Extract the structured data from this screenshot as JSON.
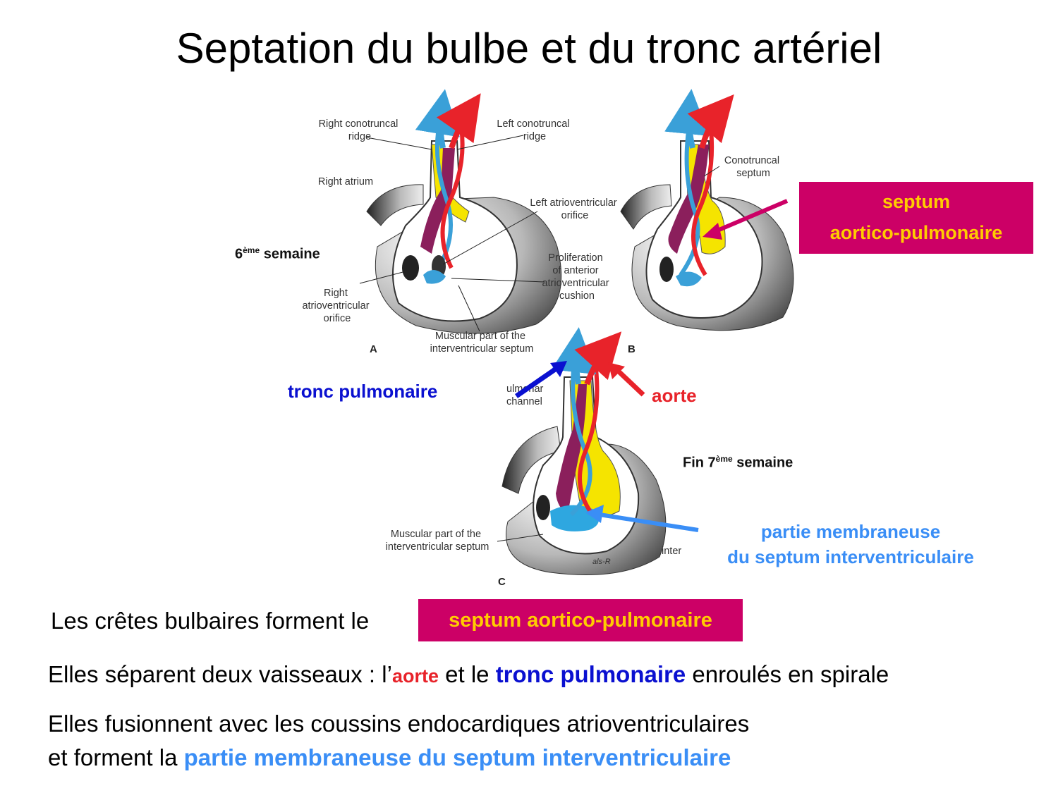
{
  "title": "Septation du bulbe et du tronc artériel",
  "diagram": {
    "figA": {
      "letter": "A",
      "labels": {
        "right_conotruncal_ridge": [
          "Right conotruncal",
          "ridge"
        ],
        "left_conotruncal_ridge": [
          "Left conotruncal",
          "ridge"
        ],
        "right_atrium": "Right atrium",
        "left_av_orifice": [
          "Left atrioventricular",
          "orifice"
        ],
        "proliferation": [
          "Proliferation",
          "of anterior",
          "atrioventricular",
          "cushion"
        ],
        "right_av_orifice": [
          "Right",
          "atrioventricular",
          "orifice"
        ],
        "muscular_part": [
          "Muscular part of the",
          "interventricular septum"
        ]
      }
    },
    "figB": {
      "letter": "B",
      "labels": {
        "conotruncal_septum": [
          "Conotruncal",
          "septum"
        ]
      }
    },
    "figC": {
      "letter": "C",
      "labels": {
        "pulmonary_channel": [
          "ulmonar",
          "channel"
        ],
        "muscular_part": [
          "Muscular part of the",
          "interventricular septum"
        ],
        "inter_partial": "inter",
        "signature": "als-R"
      }
    },
    "colors": {
      "aorta_red": "#e8232a",
      "pulmonary_blue": "#3aa0d8",
      "septum_purple": "#8b1f5c",
      "septum_yellow": "#f5e400",
      "label_magenta": "#cc0066",
      "label_yellow": "#ffcc00",
      "tronc_blue": "#0a10d0",
      "membrane_blue": "#3a8ef6"
    }
  },
  "week6": {
    "prefix": "6",
    "sup": "ème",
    "suffix": " semaine"
  },
  "week7": {
    "prefix": "Fin 7",
    "sup": "ème",
    "suffix": " semaine"
  },
  "annotations": {
    "septum_box": [
      "septum",
      "aortico-pulmonaire"
    ],
    "tronc_pulmonaire": "tronc pulmonaire",
    "aorte": "aorte",
    "partie_membraneuse": [
      "partie membraneuse",
      "du septum interventriculaire"
    ]
  },
  "body": {
    "line1_prefix": "Les crêtes bulbaires forment le",
    "line1_box": "septum aortico-pulmonaire",
    "line2": {
      "a": "Elles séparent deux vaisseaux : l’",
      "b": "aorte",
      "c": " et le ",
      "d": "tronc pulmonaire",
      "e": " enroulés en spirale"
    },
    "line3": "Elles fusionnent avec les coussins endocardiques atrioventriculaires",
    "line4": {
      "a": "et forment la ",
      "b": "partie membraneuse du septum interventriculaire"
    }
  }
}
